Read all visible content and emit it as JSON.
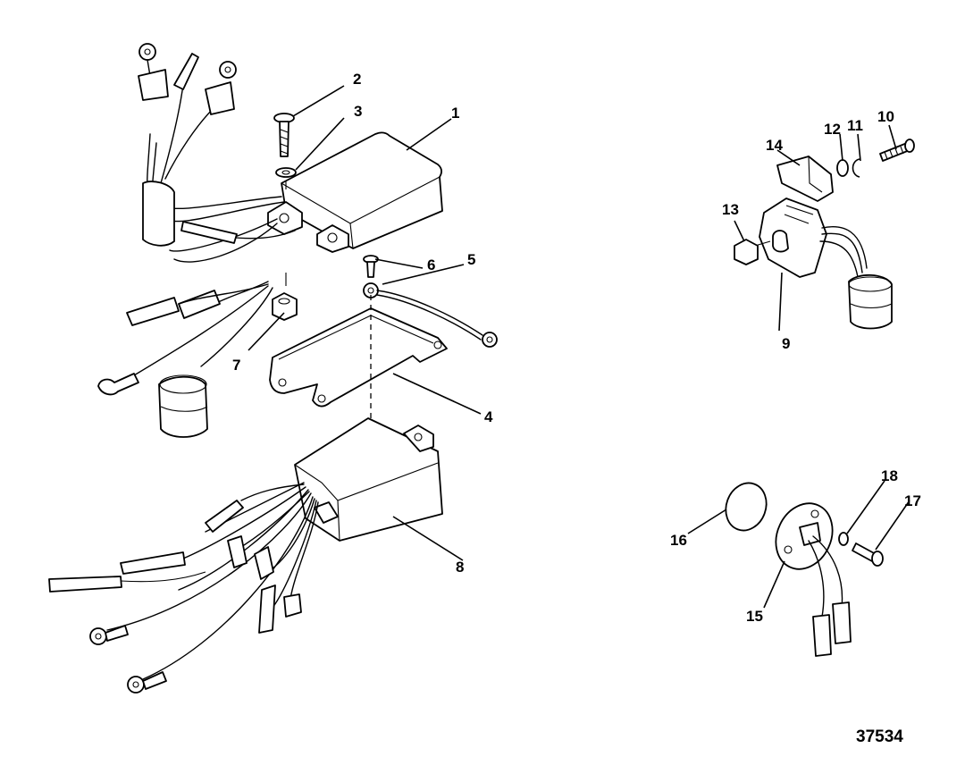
{
  "callouts": {
    "c1": "1",
    "c2": "2",
    "c3": "3",
    "c4": "4",
    "c5": "5",
    "c6": "6",
    "c7": "7",
    "c8": "8",
    "c9": "9",
    "c10": "10",
    "c11": "11",
    "c12": "12",
    "c13": "13",
    "c14": "14",
    "c15": "15",
    "c16": "16",
    "c17": "17",
    "c18": "18"
  },
  "figure_number": "37534"
}
